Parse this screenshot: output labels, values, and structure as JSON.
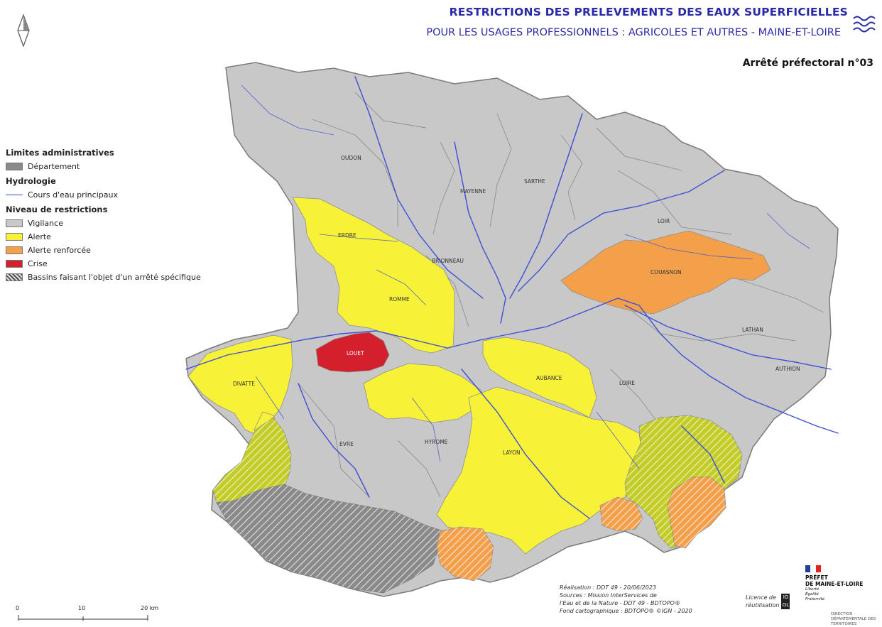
{
  "header": {
    "title_line1": "RESTRICTIONS DES PRELEVEMENTS DES EAUX SUPERFICIELLES",
    "title_line2": "POUR LES USAGES PROFESSIONNELS : AGRICOLES ET AUTRES - MAINE-ET-LOIRE",
    "arrete": "Arrêté préfectoral n°03"
  },
  "legend": {
    "admin_heading": "Limites administratives",
    "departement": "Département",
    "hydro_heading": "Hydrologie",
    "cours": "Cours d'eau principaux",
    "niveau_heading": "Niveau de restrictions",
    "vigilance": "Vigilance",
    "alerte": "Alerte",
    "alerte_renforcee": "Alerte renforcée",
    "crise": "Crise",
    "bassins": "Bassins faisant l'objet d'un arrêté spécifique"
  },
  "colors": {
    "departement": "#8a8a8a",
    "vigilance": "#c8c8c8",
    "alerte": "#f7f238",
    "alerte_renforcee": "#f4a04a",
    "crise": "#d3202c",
    "river": "#3c50d6"
  },
  "basins": {
    "oudon": "OUDON",
    "mayenne": "MAYENNE",
    "sarthe": "SARTHE",
    "loir": "LOIR",
    "erdre": "ERDRE",
    "brionneau": "BRIONNEAU",
    "couasnon": "COUASNON",
    "romme": "ROMME",
    "latan": "LATHAN",
    "louet": "LOUET",
    "authion": "AUTHION",
    "aubance": "AUBANCE",
    "loire": "LOIRE",
    "divatte": "DIVATTE",
    "evre": "EVRE",
    "hyrome": "HYROME",
    "layon": "LAYON"
  },
  "scale": {
    "t0": "0",
    "t10": "10",
    "t20": "20 km"
  },
  "credits": {
    "line1": "Réalisation : DDT 49 - 20/06/2023",
    "line2": "Sources : Mission InterServices de",
    "line3": "l'Eau et de la Nature - DDT 49 - BDTOPO®",
    "line4": "Fond cartographique : BDTOPO® ©IGN - 2020"
  },
  "licence": {
    "line1": "Licence de",
    "line2": "réutilisation",
    "badge1": "IO",
    "badge2": "OL"
  },
  "prefet": {
    "line1": "PRÉFET",
    "line2": "DE MAINE-ET-LOIRE",
    "m1": "Liberté",
    "m2": "Égalité",
    "m3": "Fraternité",
    "dir": "DIRECTION DÉPARTEMENTALE DES TERRITOIRES"
  }
}
